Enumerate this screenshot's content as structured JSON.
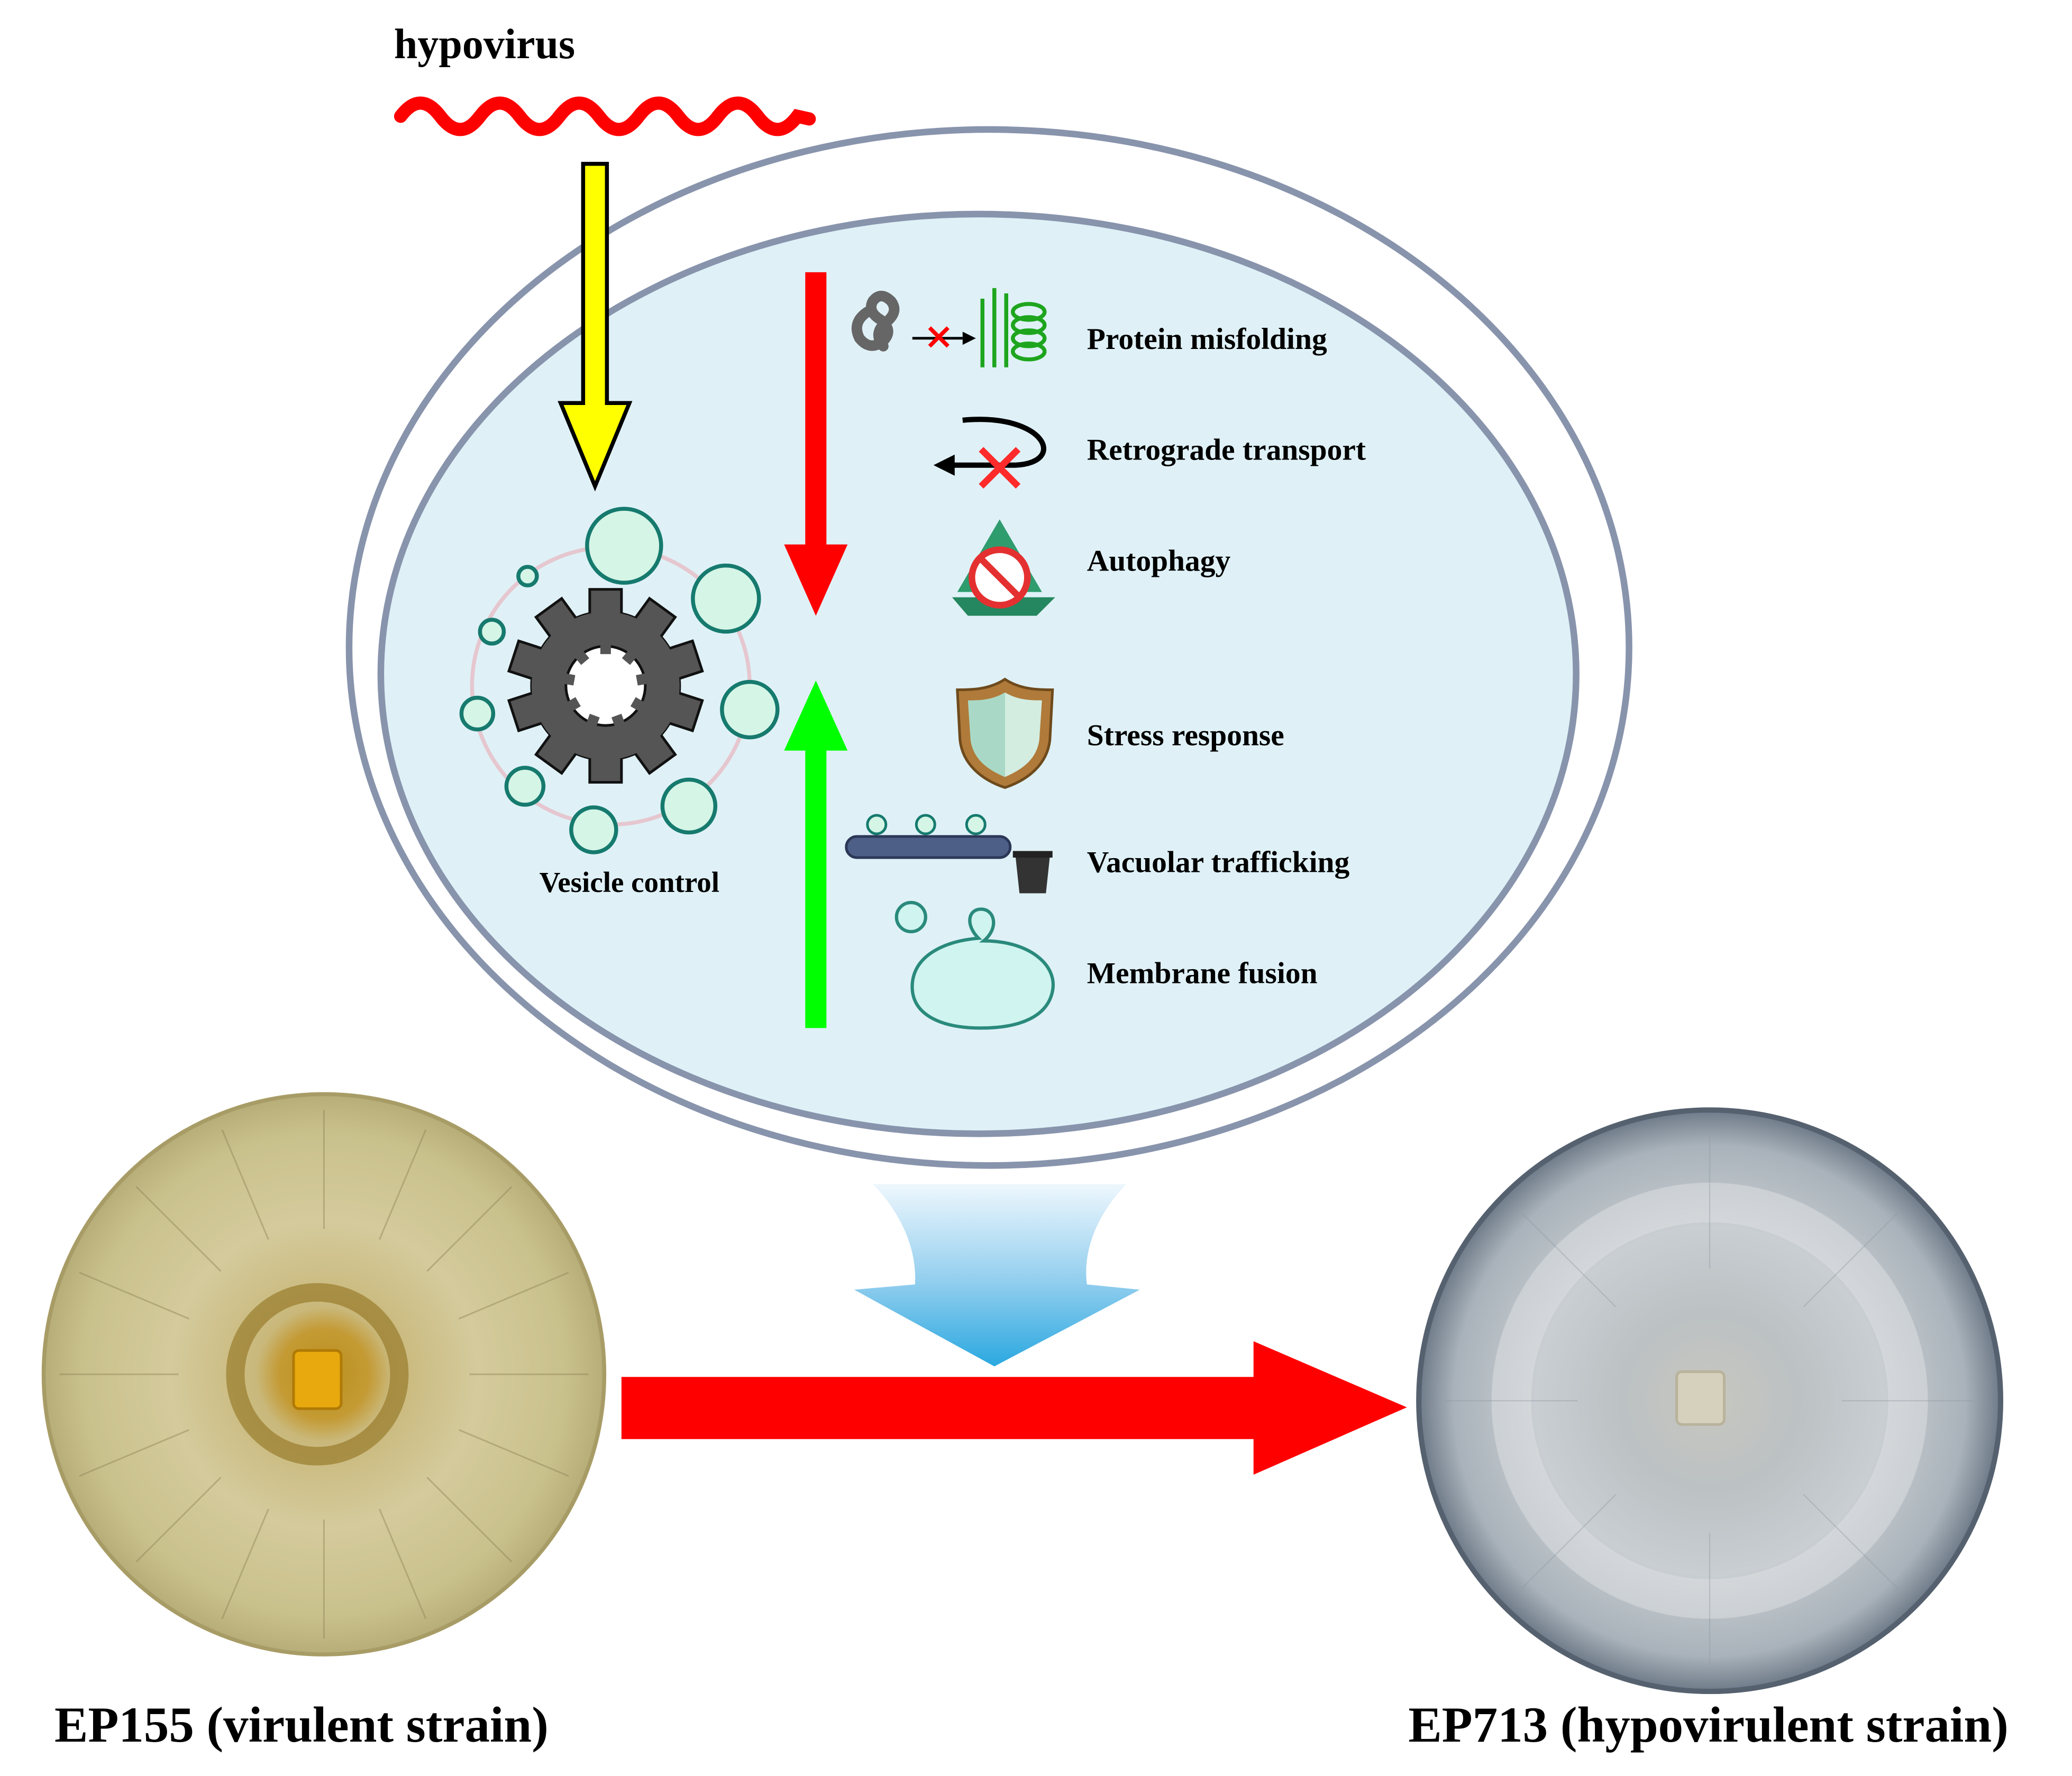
{
  "virus_label": "hypovirus",
  "cell": {
    "vesicle_caption": "Vesicle control",
    "processes_down": [
      {
        "label": "Protein misfolding",
        "icon": "protein-misfolding-icon"
      },
      {
        "label": "Retrograde transport",
        "icon": "retrograde-transport-icon"
      },
      {
        "label": "Autophagy",
        "icon": "autophagy-icon"
      }
    ],
    "processes_up": [
      {
        "label": "Stress response",
        "icon": "shield-icon"
      },
      {
        "label": "Vacuolar trafficking",
        "icon": "conveyor-icon"
      },
      {
        "label": "Membrane fusion",
        "icon": "membrane-fusion-icon"
      }
    ]
  },
  "strains": {
    "virulent": "EP155 (virulent strain)",
    "hypovirulent": "EP713 (hypovirulent strain)"
  },
  "colors": {
    "decrease_arrow": "#ff0000",
    "increase_arrow": "#00ff00",
    "virus_arrow": "#ffff00",
    "cell_fill": "#dff1f7",
    "cell_stroke": "#8894ac",
    "vesicle_fill": "#d5f5e6",
    "vesicle_stroke": "#167a6e",
    "gear": "#555555",
    "funnel_top": "#dff0fb",
    "funnel_bottom": "#2aa8e0"
  }
}
